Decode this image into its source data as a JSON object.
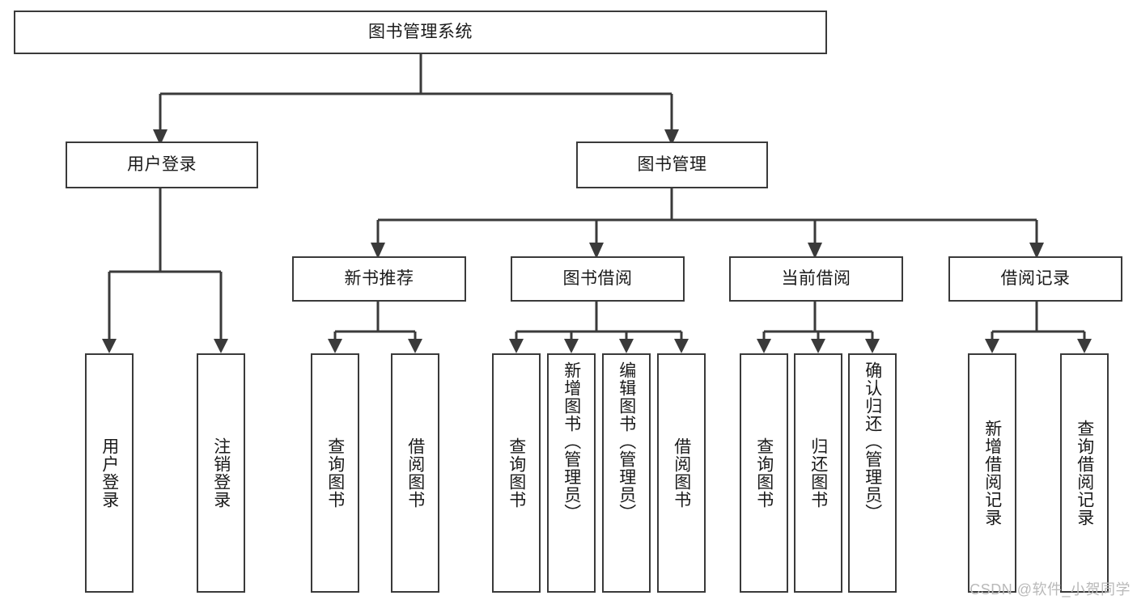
{
  "diagram": {
    "type": "tree-hierarchy",
    "title": "图书管理系统",
    "root": {
      "id": "root",
      "label": "图书管理系统",
      "orientation": "horizontal"
    },
    "level2": [
      {
        "id": "user-login",
        "label": "用户登录",
        "orientation": "horizontal"
      },
      {
        "id": "book-manage",
        "label": "图书管理",
        "orientation": "horizontal"
      }
    ],
    "level3": [
      {
        "id": "new-book-recommend",
        "label": "新书推荐",
        "orientation": "horizontal",
        "parent": "book-manage"
      },
      {
        "id": "book-borrow",
        "label": "图书借阅",
        "orientation": "horizontal",
        "parent": "book-manage"
      },
      {
        "id": "current-borrow",
        "label": "当前借阅",
        "orientation": "horizontal",
        "parent": "book-manage"
      },
      {
        "id": "borrow-record",
        "label": "借阅记录",
        "orientation": "horizontal",
        "parent": "book-manage"
      }
    ],
    "leaves": [
      {
        "id": "leaf-user-login",
        "label": "用户登录",
        "parent": "user-login",
        "orientation": "vertical"
      },
      {
        "id": "leaf-user-logout",
        "label": "注销登录",
        "parent": "user-login",
        "orientation": "vertical"
      },
      {
        "id": "leaf-query-book-1",
        "label": "查询图书",
        "parent": "new-book-recommend",
        "orientation": "vertical"
      },
      {
        "id": "leaf-borrow-book-1",
        "label": "借阅图书",
        "parent": "new-book-recommend",
        "orientation": "vertical"
      },
      {
        "id": "leaf-query-book-2",
        "label": "查询图书",
        "parent": "book-borrow",
        "orientation": "vertical"
      },
      {
        "id": "leaf-add-book",
        "label": "新增图书（管理员）",
        "parent": "book-borrow",
        "orientation": "vertical"
      },
      {
        "id": "leaf-edit-book",
        "label": "编辑图书（管理员）",
        "parent": "book-borrow",
        "orientation": "vertical"
      },
      {
        "id": "leaf-borrow-book-2",
        "label": "借阅图书",
        "parent": "book-borrow",
        "orientation": "vertical"
      },
      {
        "id": "leaf-query-book-3",
        "label": "查询图书",
        "parent": "current-borrow",
        "orientation": "vertical"
      },
      {
        "id": "leaf-return-book",
        "label": "归还图书",
        "parent": "current-borrow",
        "orientation": "vertical"
      },
      {
        "id": "leaf-confirm-return",
        "label": "确认归还（管理员）",
        "parent": "current-borrow",
        "orientation": "vertical"
      },
      {
        "id": "leaf-add-record",
        "label": "新增借阅记录",
        "parent": "borrow-record",
        "orientation": "vertical"
      },
      {
        "id": "leaf-query-record",
        "label": "查询借阅记录",
        "parent": "borrow-record",
        "orientation": "vertical"
      }
    ],
    "colors": {
      "stroke": "#3a3a3a",
      "text": "#1a1a1a",
      "background": "#ffffff",
      "watermark": "#b9b9b9"
    }
  },
  "watermark": {
    "text": "CSDN @软件_小贺同学"
  }
}
